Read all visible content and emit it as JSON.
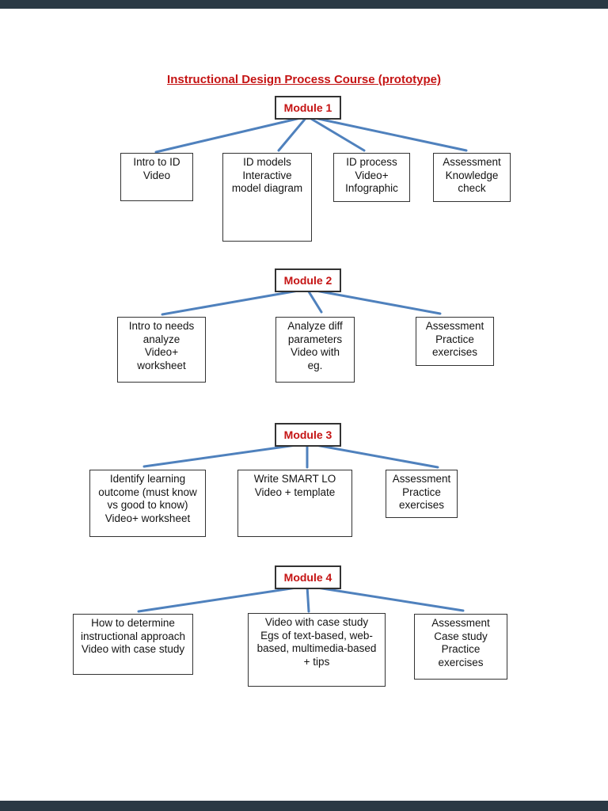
{
  "theme": {
    "accent_red": "#c51414",
    "connector_blue": "#4f81bd",
    "viewer_bar": "#2a3944",
    "box_border": "#333333",
    "text_color": "#141414"
  },
  "page": {
    "title": "Instructional Design Process Course (prototype)"
  },
  "modules": [
    {
      "label": "Module 1",
      "children": [
        "Intro to ID\nVideo",
        "ID models\nInteractive\nmodel diagram",
        "ID process\nVideo+\nInfographic",
        "Assessment\nKnowledge\ncheck"
      ]
    },
    {
      "label": "Module 2",
      "children": [
        "Intro to needs\nanalyze\nVideo+\nworksheet",
        "Analyze diff\nparameters\nVideo with\neg.",
        "Assessment\nPractice\nexercises"
      ]
    },
    {
      "label": "Module 3",
      "children": [
        "Identify learning\noutcome (must know\nvs good to know)\nVideo+ worksheet",
        "Write SMART LO\nVideo + template",
        "Assessment\nPractice\nexercises"
      ]
    },
    {
      "label": "Module 4",
      "children": [
        "How to determine\ninstructional approach\nVideo with case study",
        "Video with case study\nEgs of text-based, web-\nbased, multimedia-based\n+ tips",
        "Assessment\nCase study\nPractice\nexercises"
      ]
    }
  ]
}
